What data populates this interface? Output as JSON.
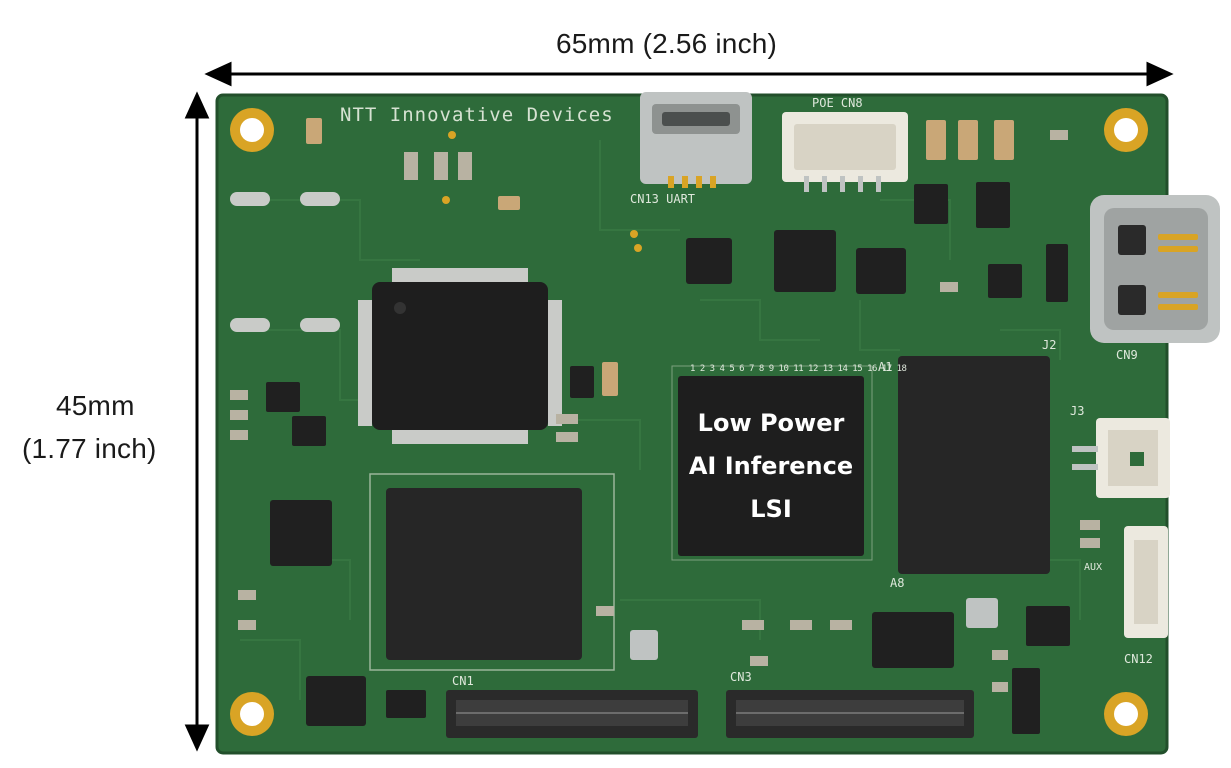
{
  "dimensions": {
    "width_label": "65mm (2.56 inch)",
    "height_label_line1": "45mm",
    "height_label_line2": "(1.77 inch)"
  },
  "chip": {
    "line1": "Low Power",
    "line2": "AI Inference",
    "line3": "LSI"
  },
  "silkscreen": {
    "maker": "NTT Innovative Devices",
    "poe": "POE CN8",
    "uart": "CN13 UART",
    "cn9": "CN9",
    "j3": "J3",
    "cn12": "CN12",
    "cn1": "CN1",
    "cn3": "CN3",
    "a1": "A1",
    "a8": "A8",
    "j2": "J2",
    "aux": "AUX",
    "pin_numbers": "1 2 3 4 5 6 7 8 9 10 11 12 13 14 15 16 17 18"
  },
  "colors": {
    "pcb": "#2e6b3a",
    "pcb_dark": "#1f4f2a",
    "gold": "#d9a425",
    "ic": "#1e1e1e",
    "silver": "#bfc3c2",
    "connector_white": "#ece9df"
  }
}
